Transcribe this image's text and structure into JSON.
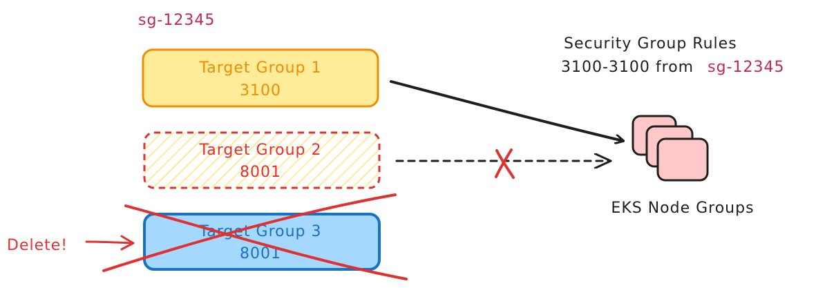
{
  "security_group": {
    "id_label": "sg-12345"
  },
  "target_groups": [
    {
      "name": "Target Group 1",
      "port": "3100",
      "state": "active"
    },
    {
      "name": "Target Group 2",
      "port": "8001",
      "state": "inactive"
    },
    {
      "name": "Target Group 3",
      "port": "8001",
      "state": "deleted"
    }
  ],
  "rules": {
    "title": "Security Group Rules",
    "rule_text": "3100-3100 from",
    "source_sg": "sg-12345"
  },
  "node_groups": {
    "label": "EKS Node Groups"
  },
  "delete_callout": {
    "label": "Delete!"
  },
  "colors": {
    "sg_label": "#c2255c",
    "tg1_fill": "#ffec99",
    "tg1_stroke": "#f08c00",
    "tg2_stroke": "#e03131",
    "tg2_hatch": "#ffec99",
    "tg3_fill": "#a5d8ff",
    "tg3_stroke": "#1971c2",
    "tg3_text": "#1971c2",
    "delete_red": "#e03131",
    "node_fill": "#ffc9c9",
    "ink": "#1e1e1e"
  }
}
